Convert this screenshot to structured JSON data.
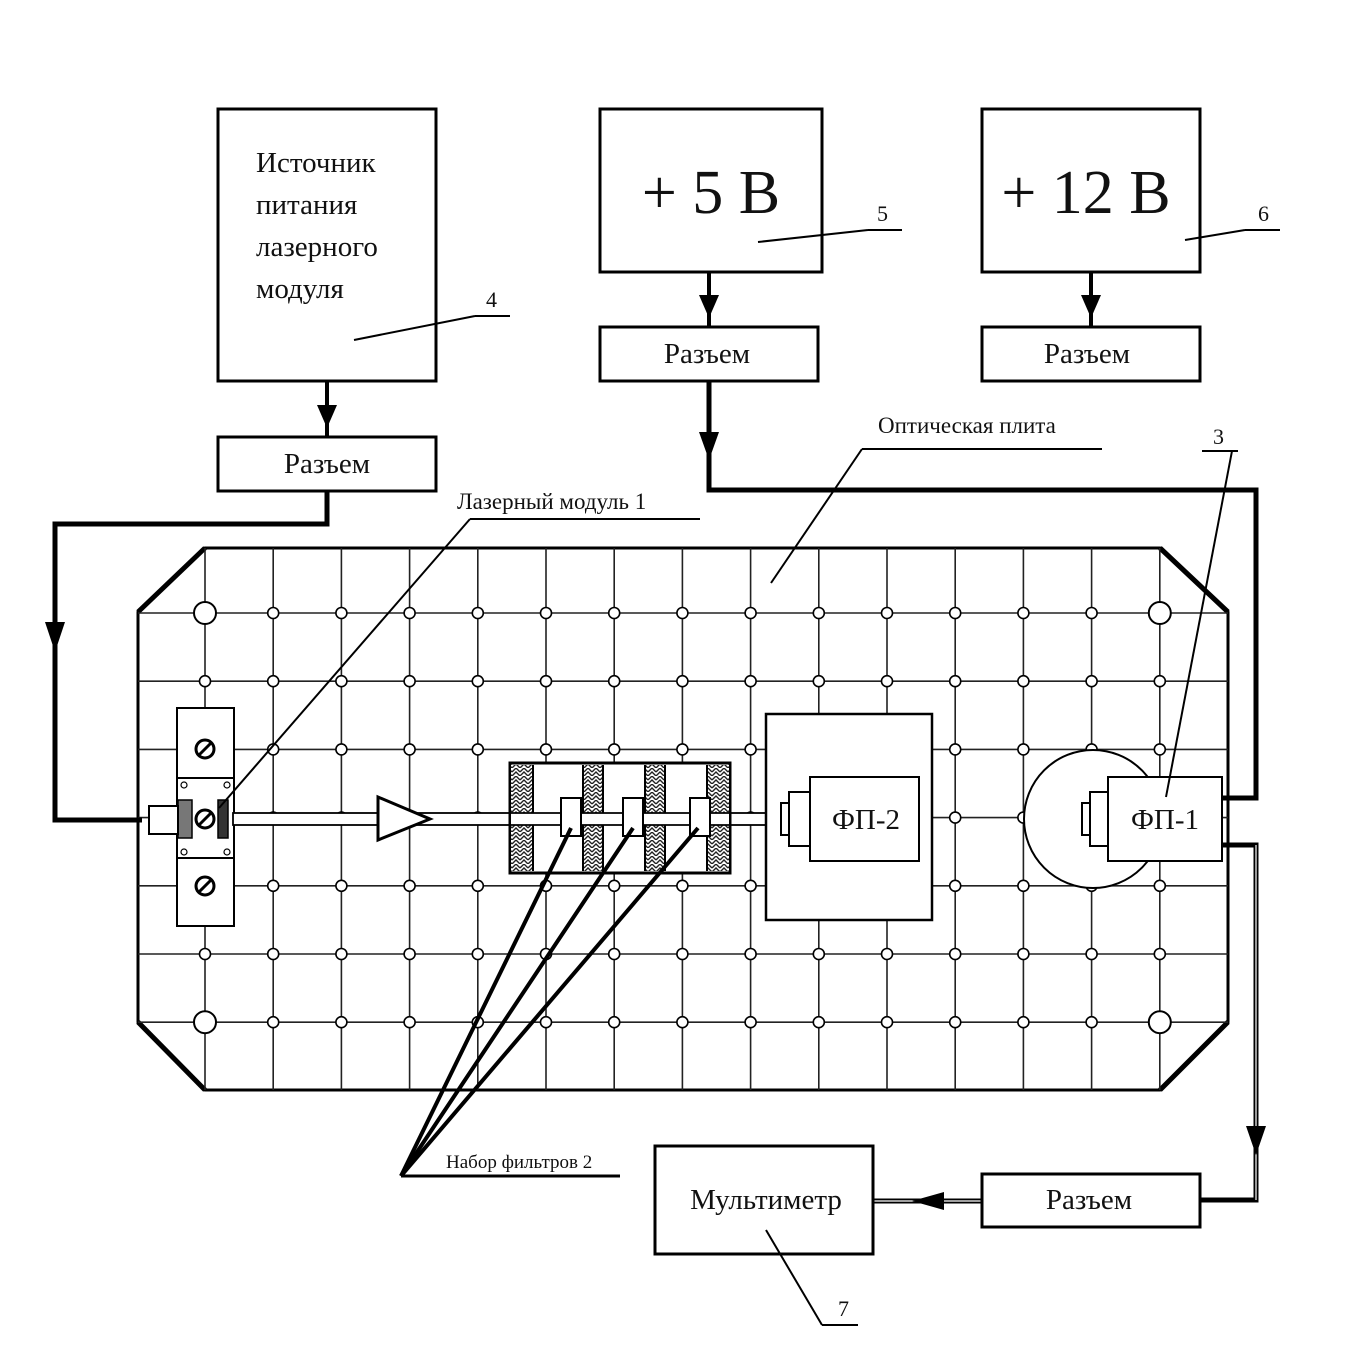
{
  "blocks": {
    "laser_power": {
      "lines": [
        "Источник",
        "питания",
        "лазерного",
        "модуля"
      ],
      "number": "4",
      "connector": "Разъем"
    },
    "supply_5v": {
      "label": "+ 5 В",
      "number": "5",
      "connector": "Разъем"
    },
    "supply_12v": {
      "label": "+ 12 В",
      "number": "6",
      "connector": "Разъем"
    },
    "multimeter": {
      "label": "Мультиметр",
      "number": "7",
      "connector": "Разъем"
    }
  },
  "labels": {
    "optical_plate": "Оптическая плита",
    "laser_module": "Лазерный модуль 1",
    "filter_set": "Набор фильтров 2",
    "photodetector_1_number": "3"
  },
  "photodetectors": {
    "fp1": "ФП-1",
    "fp2": "ФП-2"
  }
}
